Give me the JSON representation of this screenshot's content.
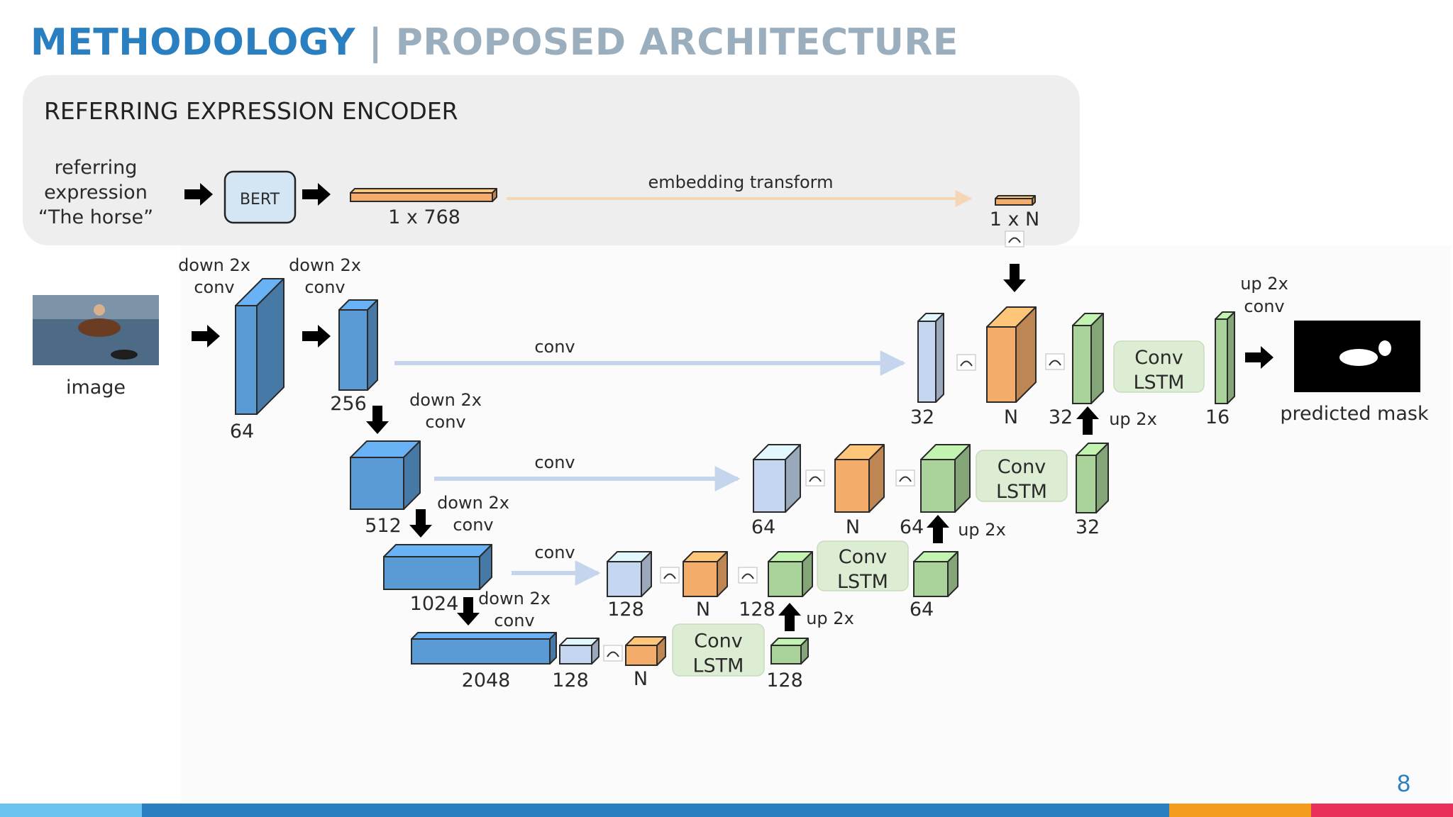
{
  "title": {
    "main": "METHODOLOGY",
    "separator": " | ",
    "sub": "PROPOSED ARCHITECTURE"
  },
  "encoder": {
    "heading": "REFERRING EXPRESSION ENCODER",
    "input_lines": [
      "referring",
      "expression",
      "“The horse”"
    ],
    "bert_label": "BERT",
    "embed_dim": "1 x 768",
    "transform_label": "embedding transform",
    "out_dim": "1 x N"
  },
  "image_label": "image",
  "mask_label": "predicted mask",
  "labels": {
    "down_a": "down 2x",
    "down_b": "conv",
    "conv": "conv",
    "up2x": "up 2x",
    "up_conv_a": "up 2x",
    "up_conv_b": "conv",
    "conv_lstm_a": "Conv",
    "conv_lstm_b": "LSTM",
    "N": "N",
    "d64": "64",
    "d256": "256",
    "d512": "512",
    "d1024": "1024",
    "d2048": "2048",
    "d128": "128",
    "d32": "32",
    "d16": "16"
  },
  "slide_number": "8",
  "colors": {
    "title_blue": "#2a7fc0",
    "title_gray": "#9aaebe",
    "enc_blue": "#5b9bd5",
    "light_blue": "#c5d7f0",
    "orange": "#f3ac6a",
    "green": "#a9d39a",
    "lstm_bg": "#dcedd3",
    "bert_bg": "#d4e5f3",
    "footer": [
      "#6cc3f0",
      "#2a7fc0",
      "#f39c1e",
      "#e8305a"
    ]
  }
}
